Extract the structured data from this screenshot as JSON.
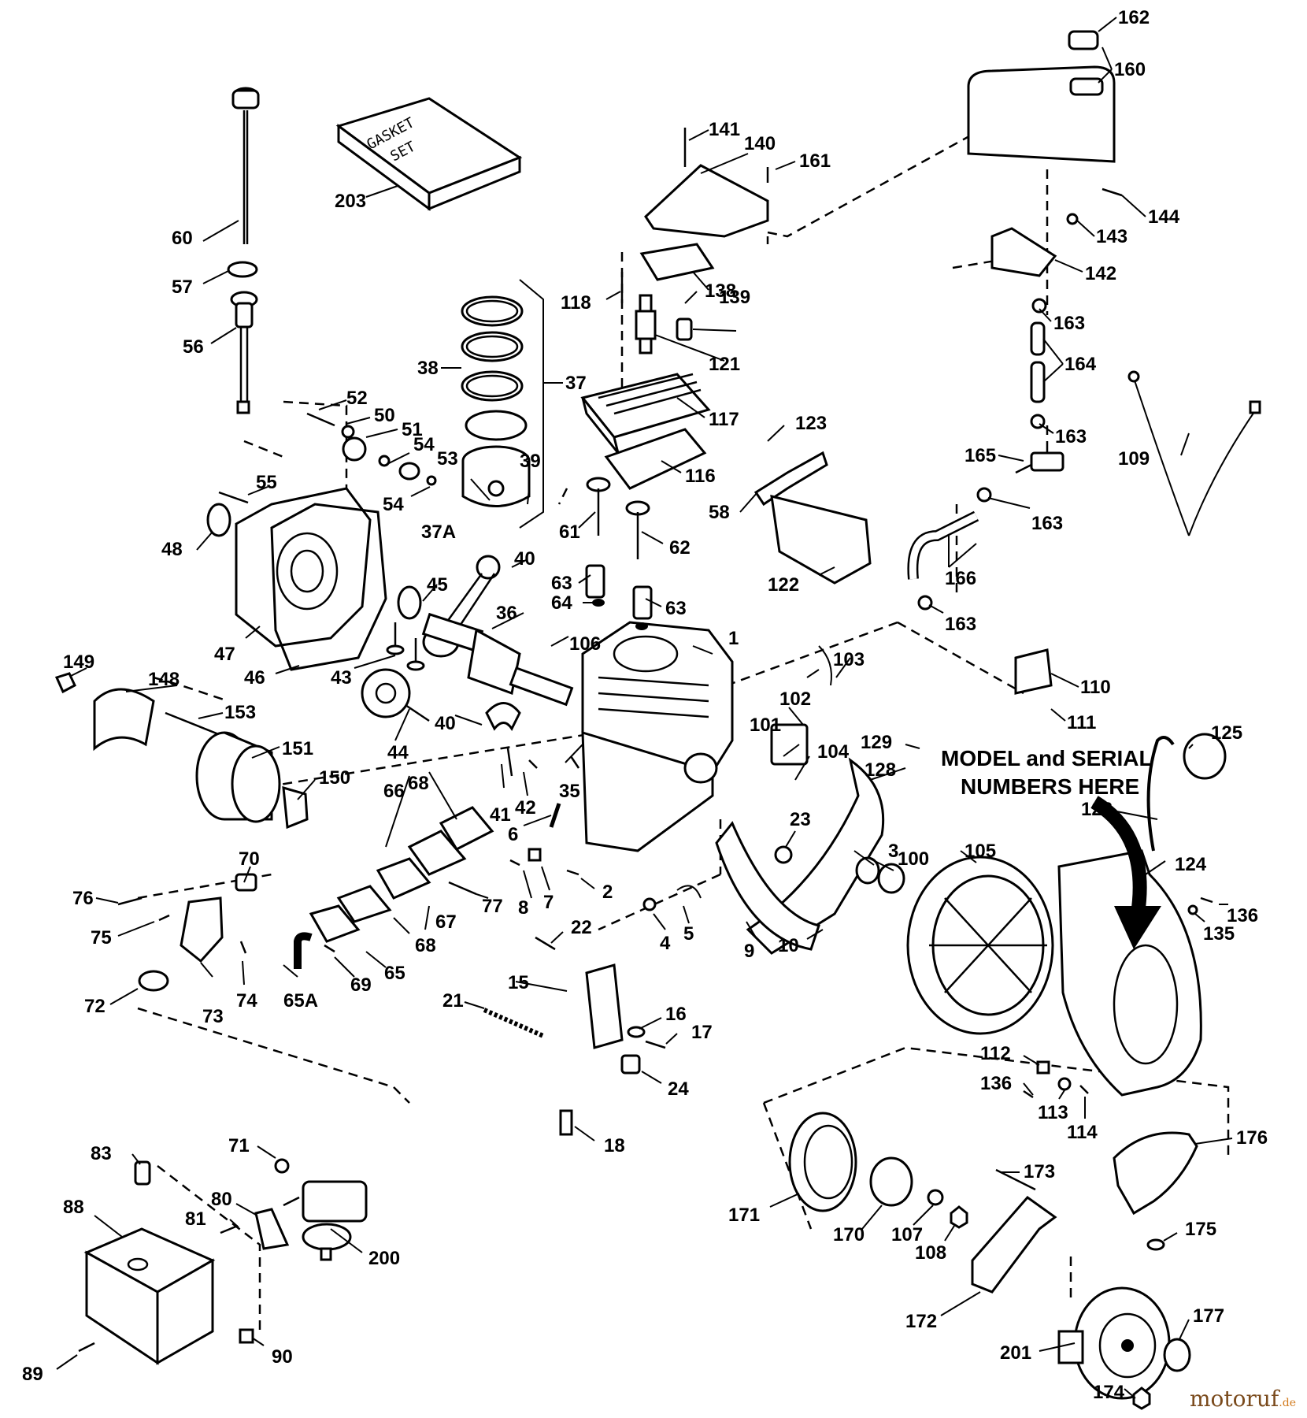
{
  "diagram": {
    "callouts": {
      "n1": "1",
      "n2": "2",
      "n3": "3",
      "n4": "4",
      "n5": "5",
      "n6": "6",
      "n7": "7",
      "n8": "8",
      "n9": "9",
      "n10": "10",
      "n15": "15",
      "n16": "16",
      "n17": "17",
      "n18": "18",
      "n21": "21",
      "n22": "22",
      "n23": "23",
      "n24": "24",
      "n35": "35",
      "n36": "36",
      "n37": "37",
      "n37a": "37A",
      "n38": "38",
      "n39": "39",
      "n40a": "40",
      "n40b": "40",
      "n41": "41",
      "n42": "42",
      "n43": "43",
      "n44": "44",
      "n45": "45",
      "n46": "46",
      "n47": "47",
      "n48": "48",
      "n50": "50",
      "n51": "51",
      "n52": "52",
      "n53": "53",
      "n54a": "54",
      "n54b": "54",
      "n55": "55",
      "n56": "56",
      "n57": "57",
      "n58": "58",
      "n60": "60",
      "n61": "61",
      "n62": "62",
      "n63a": "63",
      "n63b": "63",
      "n64": "64",
      "n65": "65",
      "n65a": "65A",
      "n66": "66",
      "n67": "67",
      "n68a": "68",
      "n68b": "68",
      "n69": "69",
      "n70": "70",
      "n71": "71",
      "n72": "72",
      "n73": "73",
      "n74": "74",
      "n75": "75",
      "n76": "76",
      "n77": "77",
      "n80": "80",
      "n81": "81",
      "n83": "83",
      "n88": "88",
      "n89": "89",
      "n90": "90",
      "n100": "100",
      "n101": "101",
      "n102": "102",
      "n103": "103",
      "n104": "104",
      "n105": "105",
      "n106": "106",
      "n107": "107",
      "n108": "108",
      "n109": "109",
      "n110": "110",
      "n111": "111",
      "n112": "112",
      "n113": "113",
      "n114": "114",
      "n116": "116",
      "n117": "117",
      "n118": "118",
      "n121": "121",
      "n122": "122",
      "n123": "123",
      "n124": "124",
      "n125": "125",
      "n126": "126",
      "n128": "128",
      "n129": "129",
      "n135": "135",
      "n136a": "136",
      "n136b": "136",
      "n138": "138",
      "n139": "139",
      "n140": "140",
      "n141": "141",
      "n142": "142",
      "n143": "143",
      "n144": "144",
      "n148": "148",
      "n149": "149",
      "n150": "150",
      "n151": "151",
      "n153": "153",
      "n160": "160",
      "n161": "161",
      "n162": "162",
      "n163a": "163",
      "n163b": "163",
      "n163c": "163",
      "n163d": "163",
      "n163e": "163",
      "n164": "164",
      "n165": "165",
      "n166": "166",
      "n170": "170",
      "n171": "171",
      "n172": "172",
      "n173": "173",
      "n174": "174",
      "n175": "175",
      "n176": "176",
      "n177": "177",
      "n200": "200",
      "n201": "201",
      "n203": "203"
    },
    "notice_line1": "MODEL and SERIAL",
    "notice_line2": "NUMBERS HERE",
    "gasket_box_line1": "GASKET",
    "gasket_box_line2": "SET"
  },
  "watermark": {
    "brand": "motoruf",
    "suffix": ".de"
  }
}
